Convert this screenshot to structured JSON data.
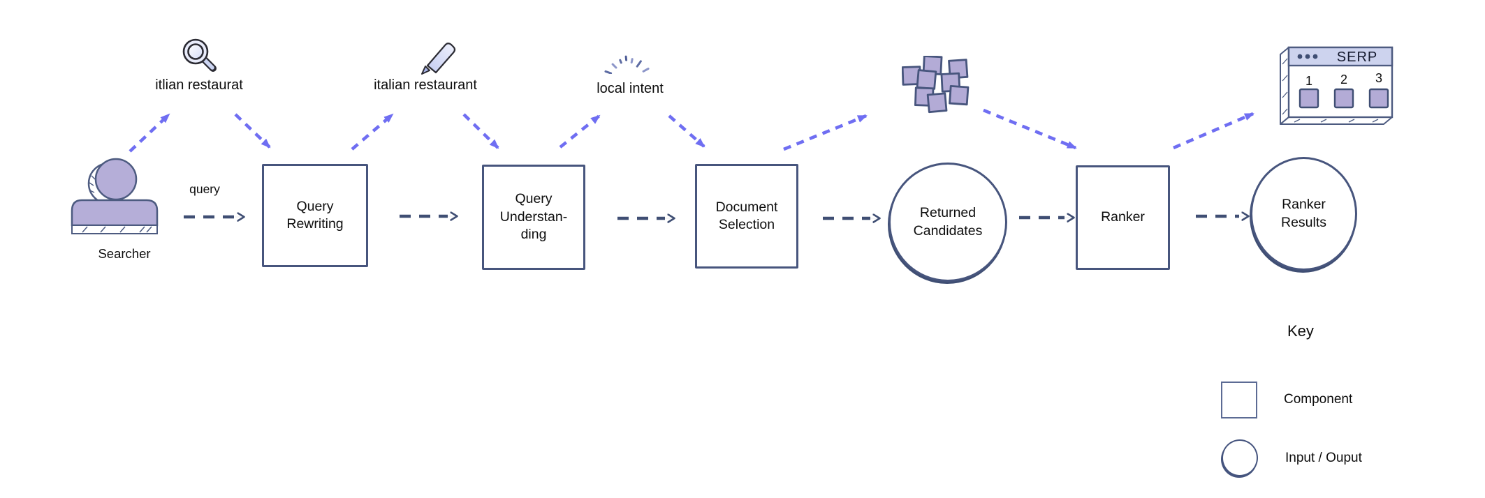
{
  "colors": {
    "navy_line": "#3f4e73",
    "box_border": "#47557d",
    "accent_purple": "#6f6ef2",
    "shape_fill_purple": "#b5aed8",
    "lavender_light": "#cdd3ee",
    "text": "#0d0d0d"
  },
  "flow": {
    "searcher_label": "Searcher",
    "query_label": "query",
    "nodes": [
      {
        "label": "Query\nRewriting",
        "shape": "square",
        "type": "component"
      },
      {
        "label": "Query\nUnderstan-\nding",
        "shape": "square",
        "type": "component"
      },
      {
        "label": "Document\nSelection",
        "shape": "square",
        "type": "component"
      },
      {
        "label": "Returned\nCandidates",
        "shape": "circle",
        "type": "input-output"
      },
      {
        "label": "Ranker",
        "shape": "square",
        "type": "component"
      },
      {
        "label": "Ranker\nResults",
        "shape": "circle",
        "type": "input-output"
      }
    ]
  },
  "annotations": [
    {
      "icon": "magnifier-icon",
      "text": "itlian restaurat"
    },
    {
      "icon": "pencil-icon",
      "text": "italian restaurant"
    },
    {
      "icon": "sparkle-icon",
      "text": "local intent"
    },
    {
      "icon": "documents-icon",
      "text": ""
    }
  ],
  "serp": {
    "title": "SERP",
    "result_labels": [
      "1",
      "2",
      "3"
    ]
  },
  "key": {
    "title": "Key",
    "items": [
      {
        "shape": "square",
        "label": "Component"
      },
      {
        "shape": "circle",
        "label": "Input / Ouput"
      }
    ]
  }
}
